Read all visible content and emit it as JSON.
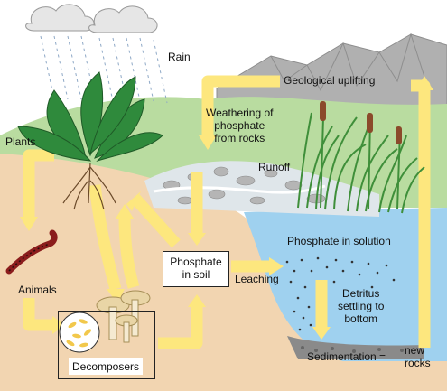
{
  "labels": {
    "rain": "Rain",
    "plants": "Plants",
    "animals": "Animals",
    "geological_uplifting": "Geological uplifting",
    "weathering_line1": "Weathering of",
    "weathering_line2": "phosphate",
    "weathering_line3": "from rocks",
    "runoff": "Runoff",
    "phosphate_in_solution": "Phosphate in solution",
    "phosphate_in_soil_line1": "Phosphate",
    "phosphate_in_soil_line2": "in soil",
    "leaching": "Leaching",
    "detritus_line1": "Detritus",
    "detritus_line2": "settling to",
    "detritus_line3": "bottom",
    "sedimentation": "Sedimentation =",
    "new": "new",
    "rocks": "rocks",
    "decomposers": "Decomposers"
  },
  "colors": {
    "soil": "#f2d5b1",
    "water": "#9fd1ef",
    "arrow": "#fde77e",
    "mountain": "#a8a8a8",
    "grass": "#7cbf67",
    "leaf": "#2f8a3c"
  }
}
